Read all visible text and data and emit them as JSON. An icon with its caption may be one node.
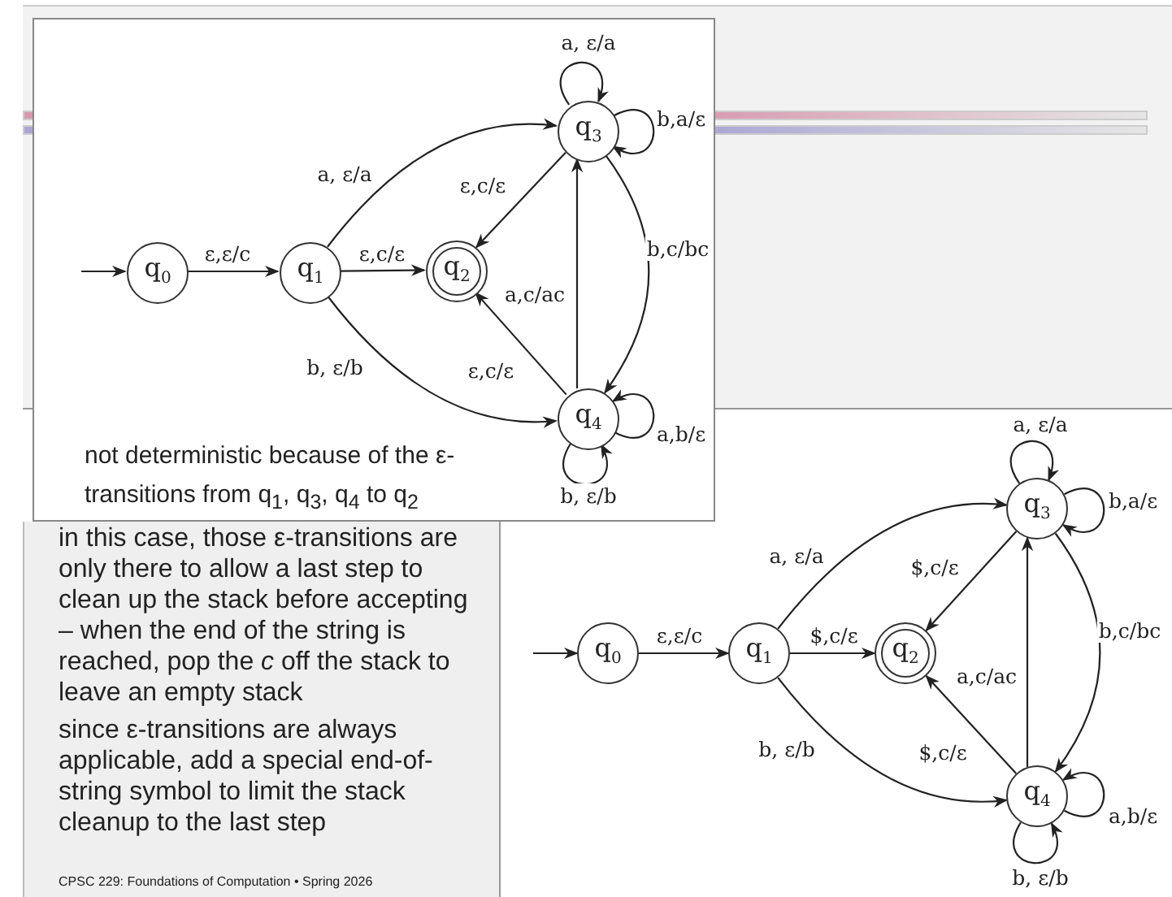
{
  "diagram": {
    "nodes": [
      {
        "text": [
          "not deterministic because of the ε-transitions from q$_{1}$, q$_{3}$, q$_{4}$ to q$_{2}$"
        ]
      },
      {
        "text": [
          "q$_{0}$"
        ],
        "in": 0
      },
      {
        "text": [
          "q$_{1}$"
        ],
        "in": 0
      },
      {
        "text": [
          "q$_{2}$"
        ],
        "in": 0
      },
      {
        "text": [
          "q$_{3}$"
        ],
        "in": 0
      },
      {
        "text": [
          "q$_{4}$"
        ],
        "in": 0
      },
      {
        "text": [
          "in this case, those ε-transitions are only there to allow a last step to clean up the stack before accepting – when the end of the string is reached, pop the *c* off the stack to leave an empty stack",
          "since ε-transitions are always applicable, add a special end-of-string symbol to limit the stack cleanup to the last step"
        ]
      },
      {
        "text": [
          "q$_{0}$"
        ]
      },
      {
        "text": [
          "q$_{1}$"
        ]
      },
      {
        "text": [
          "q$_{2}$"
        ]
      },
      {
        "text": [
          "q$_{3}$"
        ]
      },
      {
        "text": [
          "q$_{4}$"
        ]
      }
    ],
    "edges": [
      {
        "from": null,
        "to": 1,
        "arrow": "to"
      },
      {
        "from": 1,
        "to": 2,
        "label": "ε,ε/c",
        "arrow": "to"
      },
      {
        "from": 2,
        "to": 3,
        "label": "ε,c/ε",
        "arrow": "to"
      },
      {
        "from": 2,
        "to": 4,
        "label": "a, ε/a",
        "arrow": "to"
      },
      {
        "from": 2,
        "to": 5,
        "label": "b, ε/b",
        "arrow": "to"
      },
      {
        "from": 4,
        "to": 3,
        "label": "ε,c/ε",
        "arrow": "to"
      },
      {
        "from": 5,
        "to": 3,
        "label": "ε,c/ε",
        "arrow": "to"
      },
      {
        "from": 5,
        "to": 4,
        "label": "a,c/ac",
        "arrow": "to"
      },
      {
        "from": 4,
        "to": 5,
        "label": "b,c/bc",
        "arrow": "to"
      },
      {
        "from": 4,
        "to": 4,
        "label": "a, ε/a",
        "arrow": "to"
      },
      {
        "from": 4,
        "to": 4,
        "label": "b,a/ε",
        "arrow": "to"
      },
      {
        "from": 5,
        "to": 5,
        "label": "a,b/ε",
        "arrow": "to"
      },
      {
        "from": 5,
        "to": 5,
        "label": "b, ε/b",
        "arrow": "to"
      },
      {
        "from": null,
        "to": 7,
        "arrow": "to"
      },
      {
        "from": 7,
        "to": 8,
        "label": "ε,ε/c",
        "arrow": "to"
      },
      {
        "from": 8,
        "to": 9,
        "label": "$,c/ε",
        "arrow": "to"
      },
      {
        "from": 8,
        "to": 10,
        "label": "a, ε/a",
        "arrow": "to"
      },
      {
        "from": 8,
        "to": 11,
        "label": "b, ε/b",
        "arrow": "to"
      },
      {
        "from": 10,
        "to": 9,
        "label": "$,c/ε",
        "arrow": "to"
      },
      {
        "from": 11,
        "to": 9,
        "label": "$,c/ε",
        "arrow": "to"
      },
      {
        "from": 11,
        "to": 10,
        "label": "a,c/ac",
        "arrow": "to"
      },
      {
        "from": 10,
        "to": 11,
        "label": "b,c/bc",
        "arrow": "to"
      },
      {
        "from": 10,
        "to": 10,
        "label": "a, ε/a",
        "arrow": "to"
      },
      {
        "from": 10,
        "to": 10,
        "label": "b,a/ε",
        "arrow": "to"
      },
      {
        "from": 11,
        "to": 11,
        "label": "a,b/ε",
        "arrow": "to"
      },
      {
        "from": 11,
        "to": 11,
        "label": "b, ε/b",
        "arrow": "to"
      }
    ],
    "labels": [
      "CPSC 229: Foundations of Computation • Spring 2026"
    ]
  }
}
